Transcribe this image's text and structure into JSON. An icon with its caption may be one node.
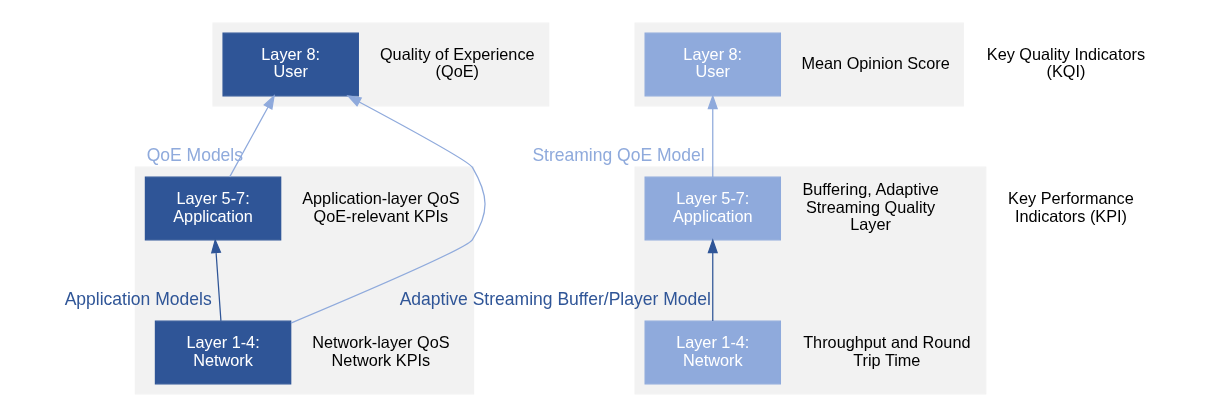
{
  "diagram": {
    "nodes": [
      {
        "text": [],
        "shape": "box"
      },
      {
        "text": [
          "Layer 8: User"
        ],
        "in": 0,
        "beside": [
          "Quality of Experience (QoE)"
        ]
      },
      {
        "text": [],
        "shape": "box"
      },
      {
        "text": [
          "Layer 5-7: Application"
        ],
        "in": 2,
        "beside": [
          "Application-layer QoS QoE-relevant KPIs"
        ]
      },
      {
        "text": [
          "Layer 1-4: Network"
        ],
        "in": 2,
        "beside": [
          "Network-layer QoS Network KPIs"
        ]
      },
      {
        "text": [],
        "shape": "box"
      },
      {
        "text": [
          "Layer 8: User"
        ],
        "in": 5,
        "beside": [
          "Mean Opinion Score"
        ]
      },
      {
        "text": [],
        "shape": "box"
      },
      {
        "text": [
          "Layer 5-7: Application"
        ],
        "in": 7,
        "beside": [
          "Buffering, Adaptive Streaming Quality Layer"
        ]
      },
      {
        "text": [
          "Layer 1-4: Network"
        ],
        "in": 7,
        "beside": [
          "Throughput and Round Trip Time"
        ]
      }
    ],
    "edges": [
      {
        "from": 4,
        "to": 3,
        "arrow": "to",
        "label": "Application Models",
        "color": "#2f5597"
      },
      {
        "from": 3,
        "to": 1,
        "arrow": "to",
        "label": "QoE Models",
        "color": "#8faadc"
      },
      {
        "from": 4,
        "to": 1,
        "arrow": "to",
        "color": "#8faadc"
      },
      {
        "from": 9,
        "to": 8,
        "arrow": "to",
        "label": "Adaptive Streaming Buffer/Player Model",
        "color": "#2f5597"
      },
      {
        "from": 8,
        "to": 6,
        "arrow": "to",
        "label": "Streaming QoE Model",
        "color": "#8faadc"
      }
    ],
    "labels": [
      "Key Quality Indicators (KQI)",
      "Key Performance Indicators (KPI)"
    ]
  }
}
